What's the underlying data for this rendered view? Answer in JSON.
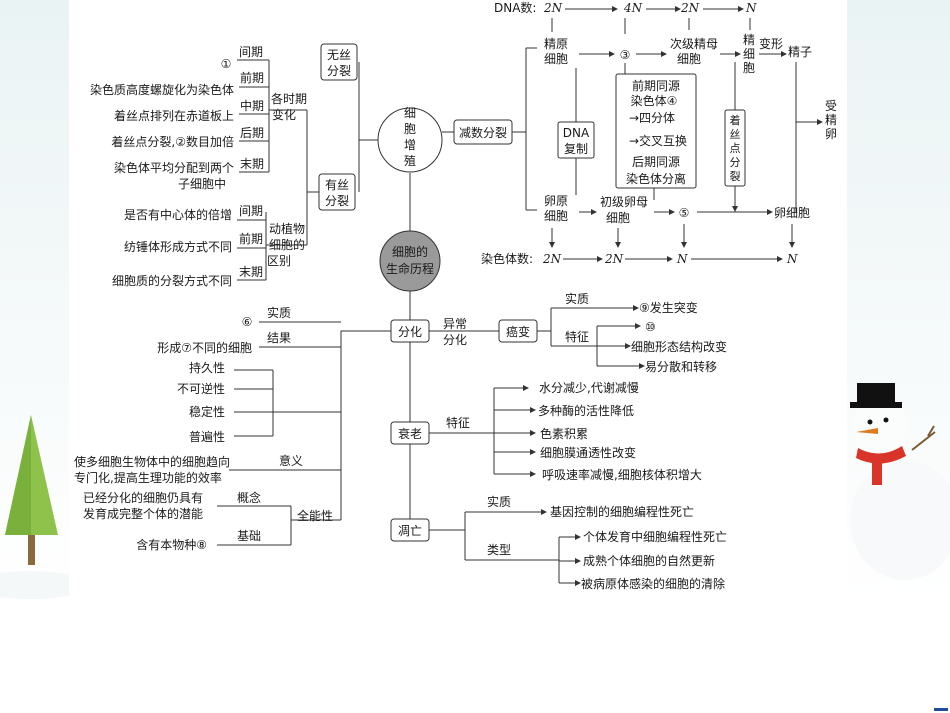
{
  "center": {
    "line1": "细胞的",
    "line2": "生命历程"
  },
  "proliferation": {
    "circle": [
      "细",
      "胞",
      "增",
      "殖"
    ],
    "amitosis": [
      "无丝",
      "分裂"
    ],
    "mitosis": [
      "有丝",
      "分裂"
    ],
    "meiosis": "减数分裂",
    "phases_group": [
      "各时期",
      "变化"
    ],
    "phases": [
      {
        "name": "间期",
        "desc": "①"
      },
      {
        "name": "前期",
        "desc": "染色质高度螺旋化为染色体"
      },
      {
        "name": "中期",
        "desc": "着丝点排列在赤道板上"
      },
      {
        "name": "后期",
        "desc": "着丝点分裂,②数目加倍"
      },
      {
        "name": "末期",
        "desc": "染色体平均分配到两个",
        "desc2": "子细胞中"
      }
    ],
    "diff_group": [
      "动植物",
      "细胞的",
      "区别"
    ],
    "differences": [
      {
        "name": "间期",
        "desc": "是否有中心体的倍增"
      },
      {
        "name": "前期",
        "desc": "纺锤体形成方式不同"
      },
      {
        "name": "末期",
        "desc": "细胞质的分裂方式不同"
      }
    ]
  },
  "meiosis_flow": {
    "dna_label": "DNA数:",
    "dna_values": [
      "2N",
      "4N",
      "2N",
      "N"
    ],
    "chromosome_label": "染色体数:",
    "chromosome_values": [
      "2N",
      "2N",
      "N",
      "N"
    ],
    "spermatogonium": [
      "精原",
      "细胞"
    ],
    "oogonium": [
      "卵原",
      "细胞"
    ],
    "dna_replication": [
      "DNA",
      "复制"
    ],
    "blank3": "③",
    "secondary_spermatocyte": [
      "次级精母",
      "细胞"
    ],
    "spermatid": [
      "精",
      "细",
      "胞"
    ],
    "transform": "变形",
    "sperm": "精子",
    "fertilized_egg": [
      "受",
      "精",
      "卵"
    ],
    "primary_oocyte": [
      "初级卵母",
      "细胞"
    ],
    "blank5": "⑤",
    "egg": "卵细胞",
    "centromere_split": [
      "着",
      "丝",
      "点",
      "分",
      "裂"
    ],
    "meiosis_box": [
      "前期同源",
      "染色体④",
      "→四分体",
      "→交叉互换",
      "后期同源",
      "染色体分离"
    ]
  },
  "differentiation": {
    "label": "分化",
    "essence_label": "实质",
    "essence_value": "⑥",
    "result_label": "结果",
    "result_value": "形成⑦不同的细胞",
    "features": [
      "持久性",
      "不可逆性",
      "稳定性",
      "普遍性"
    ],
    "significance_label": "意义",
    "significance_line1": "使多细胞生物体中的细胞趋向",
    "significance_line2": "专门化,提高生理功能的效率",
    "totipotency": "全能性",
    "concept_label": "概念",
    "concept_line1": "已经分化的细胞仍具有",
    "concept_line2": "发育成完整个体的潜能",
    "basis_label": "基础",
    "basis_value": "含有本物种⑧",
    "abnormal": [
      "异常",
      "分化"
    ],
    "cancer": "癌变",
    "cancer_essence_label": "实质",
    "cancer_essence_value": "⑨发生突变",
    "cancer_feature_label": "特征",
    "cancer_features": [
      "⑩",
      "细胞形态结构改变",
      "易分散和转移"
    ]
  },
  "aging": {
    "label": "衰老",
    "feature_label": "特征",
    "features": [
      "水分减少,代谢减慢",
      "多种酶的活性降低",
      "色素积累",
      "细胞膜通透性改变",
      "呼吸速率减慢,细胞核体积增大"
    ]
  },
  "apoptosis": {
    "label": "凋亡",
    "essence_label": "实质",
    "essence_value": "基因控制的细胞编程性死亡",
    "type_label": "类型",
    "types": [
      "个体发育中细胞编程性死亡",
      "成熟个体细胞的自然更新",
      "被病原体感染的细胞的清除"
    ]
  }
}
